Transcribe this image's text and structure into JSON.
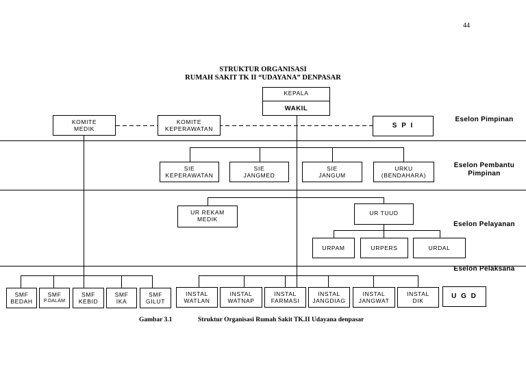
{
  "page_number": "44",
  "title": {
    "line1": "STRUKTUR ORGANISASI",
    "line2": "RUMAH SAKIT TK II “UDAYANA” DENPASAR"
  },
  "boxes": {
    "kepala": "KEPALA",
    "wakil": "WAKIL",
    "komite_medik": [
      "KOMITE",
      "MEDIK"
    ],
    "komite_keperawatan": [
      "KOMITE",
      "KEPERAWATAN"
    ],
    "spi": "S P I",
    "sie_keperawatan": [
      "SIE",
      "KEPERAWATAN"
    ],
    "sie_jangmed": [
      "SIE",
      "JANGMED"
    ],
    "sie_jangum": [
      "SIE",
      "JANGUM"
    ],
    "urku": [
      "URKU",
      "(BENDAHARA)"
    ],
    "ur_rekam_medik": [
      "UR REKAM",
      "MEDIK"
    ],
    "ur_tuud": "UR TUUD",
    "urpam": "URPAM",
    "urpers": "URPERS",
    "urdal": "URDAL",
    "smf_bedah": [
      "SMF",
      "BEDAH"
    ],
    "smf_pdalam": [
      "SMF",
      "P.DALAM"
    ],
    "smf_kebid": [
      "SMF",
      "KEBID"
    ],
    "smf_ika": [
      "SMF",
      "IKA"
    ],
    "smf_gilut": [
      "SMF",
      "GILUT"
    ],
    "instal_watlan": [
      "INSTAL",
      "WATLAN"
    ],
    "instal_watnap": [
      "INSTAL",
      "WATNAP"
    ],
    "instal_farmasi": [
      "INSTAL",
      "FARMASI"
    ],
    "instal_jangdiag": [
      "INSTAL",
      "JANGDIAG"
    ],
    "instal_jangwat": [
      "INSTAL",
      "JANGWAT"
    ],
    "instal_dik": [
      "INSTAL",
      "DIK"
    ],
    "ugd": "U G D"
  },
  "eselon": {
    "pimpinan": "Eselon Pimpinan",
    "pembantu_pimpinan_1": "Eselon Pembantu",
    "pembantu_pimpinan_2": "Pimpinan",
    "pelayanan": "Eselon Pelayanan",
    "pelaksana": "Eselon Pelaksana"
  },
  "caption": {
    "label": "Gambar 3.1",
    "text": "Struktur Organisasi Rumah Sakit TK.II Udayana denpasar"
  }
}
